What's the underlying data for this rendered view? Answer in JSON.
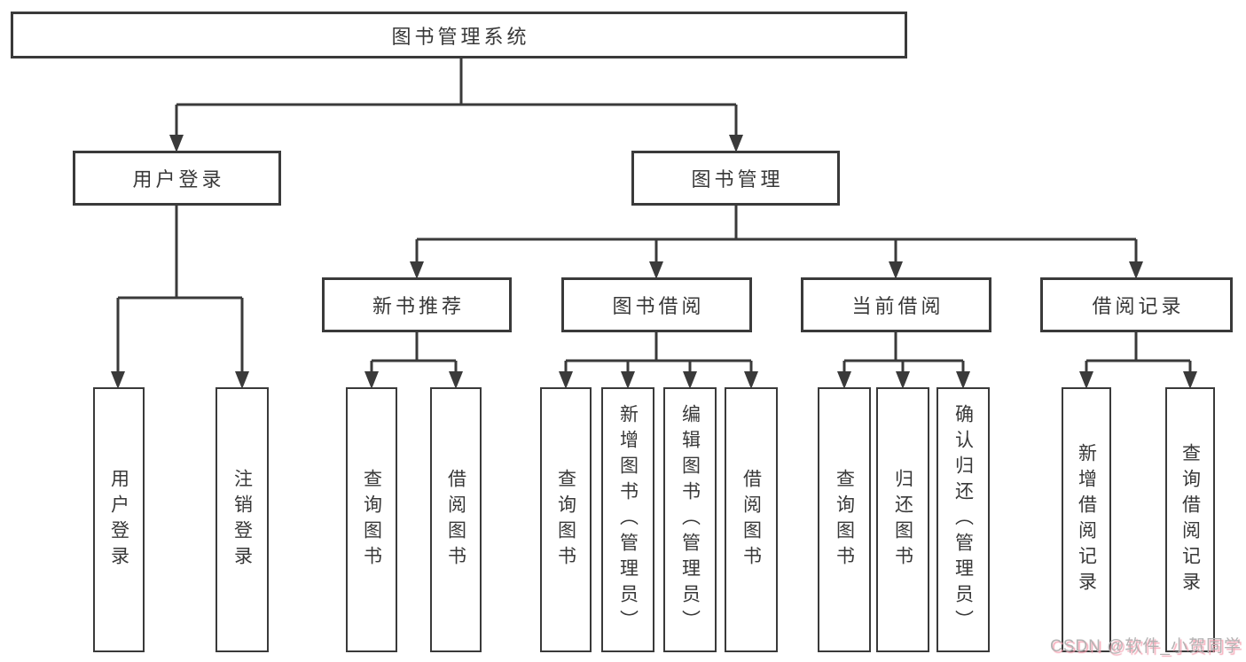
{
  "diagram": {
    "root": {
      "label": "图书管理系统"
    },
    "level2": [
      {
        "label": "用户登录"
      },
      {
        "label": "图书管理"
      }
    ],
    "level3": [
      {
        "label": "新书推荐"
      },
      {
        "label": "图书借阅"
      },
      {
        "label": "当前借阅"
      },
      {
        "label": "借阅记录"
      }
    ],
    "leaf_groups": [
      {
        "parent": "用户登录",
        "children": [
          {
            "label": "用户登录"
          },
          {
            "label": "注销登录"
          }
        ]
      },
      {
        "parent": "新书推荐",
        "children": [
          {
            "label": "查询图书"
          },
          {
            "label": "借阅图书"
          }
        ]
      },
      {
        "parent": "图书借阅",
        "children": [
          {
            "label": "查询图书"
          },
          {
            "label": "新增图书（管理员）"
          },
          {
            "label": "编辑图书（管理员）"
          },
          {
            "label": "借阅图书"
          }
        ]
      },
      {
        "parent": "当前借阅",
        "children": [
          {
            "label": "查询图书"
          },
          {
            "label": "归还图书"
          },
          {
            "label": "确认归还（管理员）"
          }
        ]
      },
      {
        "parent": "借阅记录",
        "children": [
          {
            "label": "新增借阅记录"
          },
          {
            "label": "查询借阅记录"
          }
        ]
      }
    ],
    "edges": [
      {
        "from": "图书管理系统",
        "to": [
          "用户登录",
          "图书管理"
        ]
      },
      {
        "from": "用户登录",
        "to": [
          "用户登录",
          "注销登录"
        ]
      },
      {
        "from": "图书管理",
        "to": [
          "新书推荐",
          "图书借阅",
          "当前借阅",
          "借阅记录"
        ]
      },
      {
        "from": "新书推荐",
        "to": [
          "查询图书",
          "借阅图书"
        ]
      },
      {
        "from": "图书借阅",
        "to": [
          "查询图书",
          "新增图书（管理员）",
          "编辑图书（管理员）",
          "借阅图书"
        ]
      },
      {
        "from": "当前借阅",
        "to": [
          "查询图书",
          "归还图书",
          "确认归还（管理员）"
        ]
      },
      {
        "from": "借阅记录",
        "to": [
          "新增借阅记录",
          "查询借阅记录"
        ]
      }
    ]
  },
  "watermark": {
    "text": "CSDN @软件_小贺同学"
  },
  "colors": {
    "line": "#3a3a3a",
    "text": "#383838",
    "background": "#ffffff",
    "watermark_gray": "#b3b3b3",
    "watermark_pink": "#f4a0b0"
  }
}
